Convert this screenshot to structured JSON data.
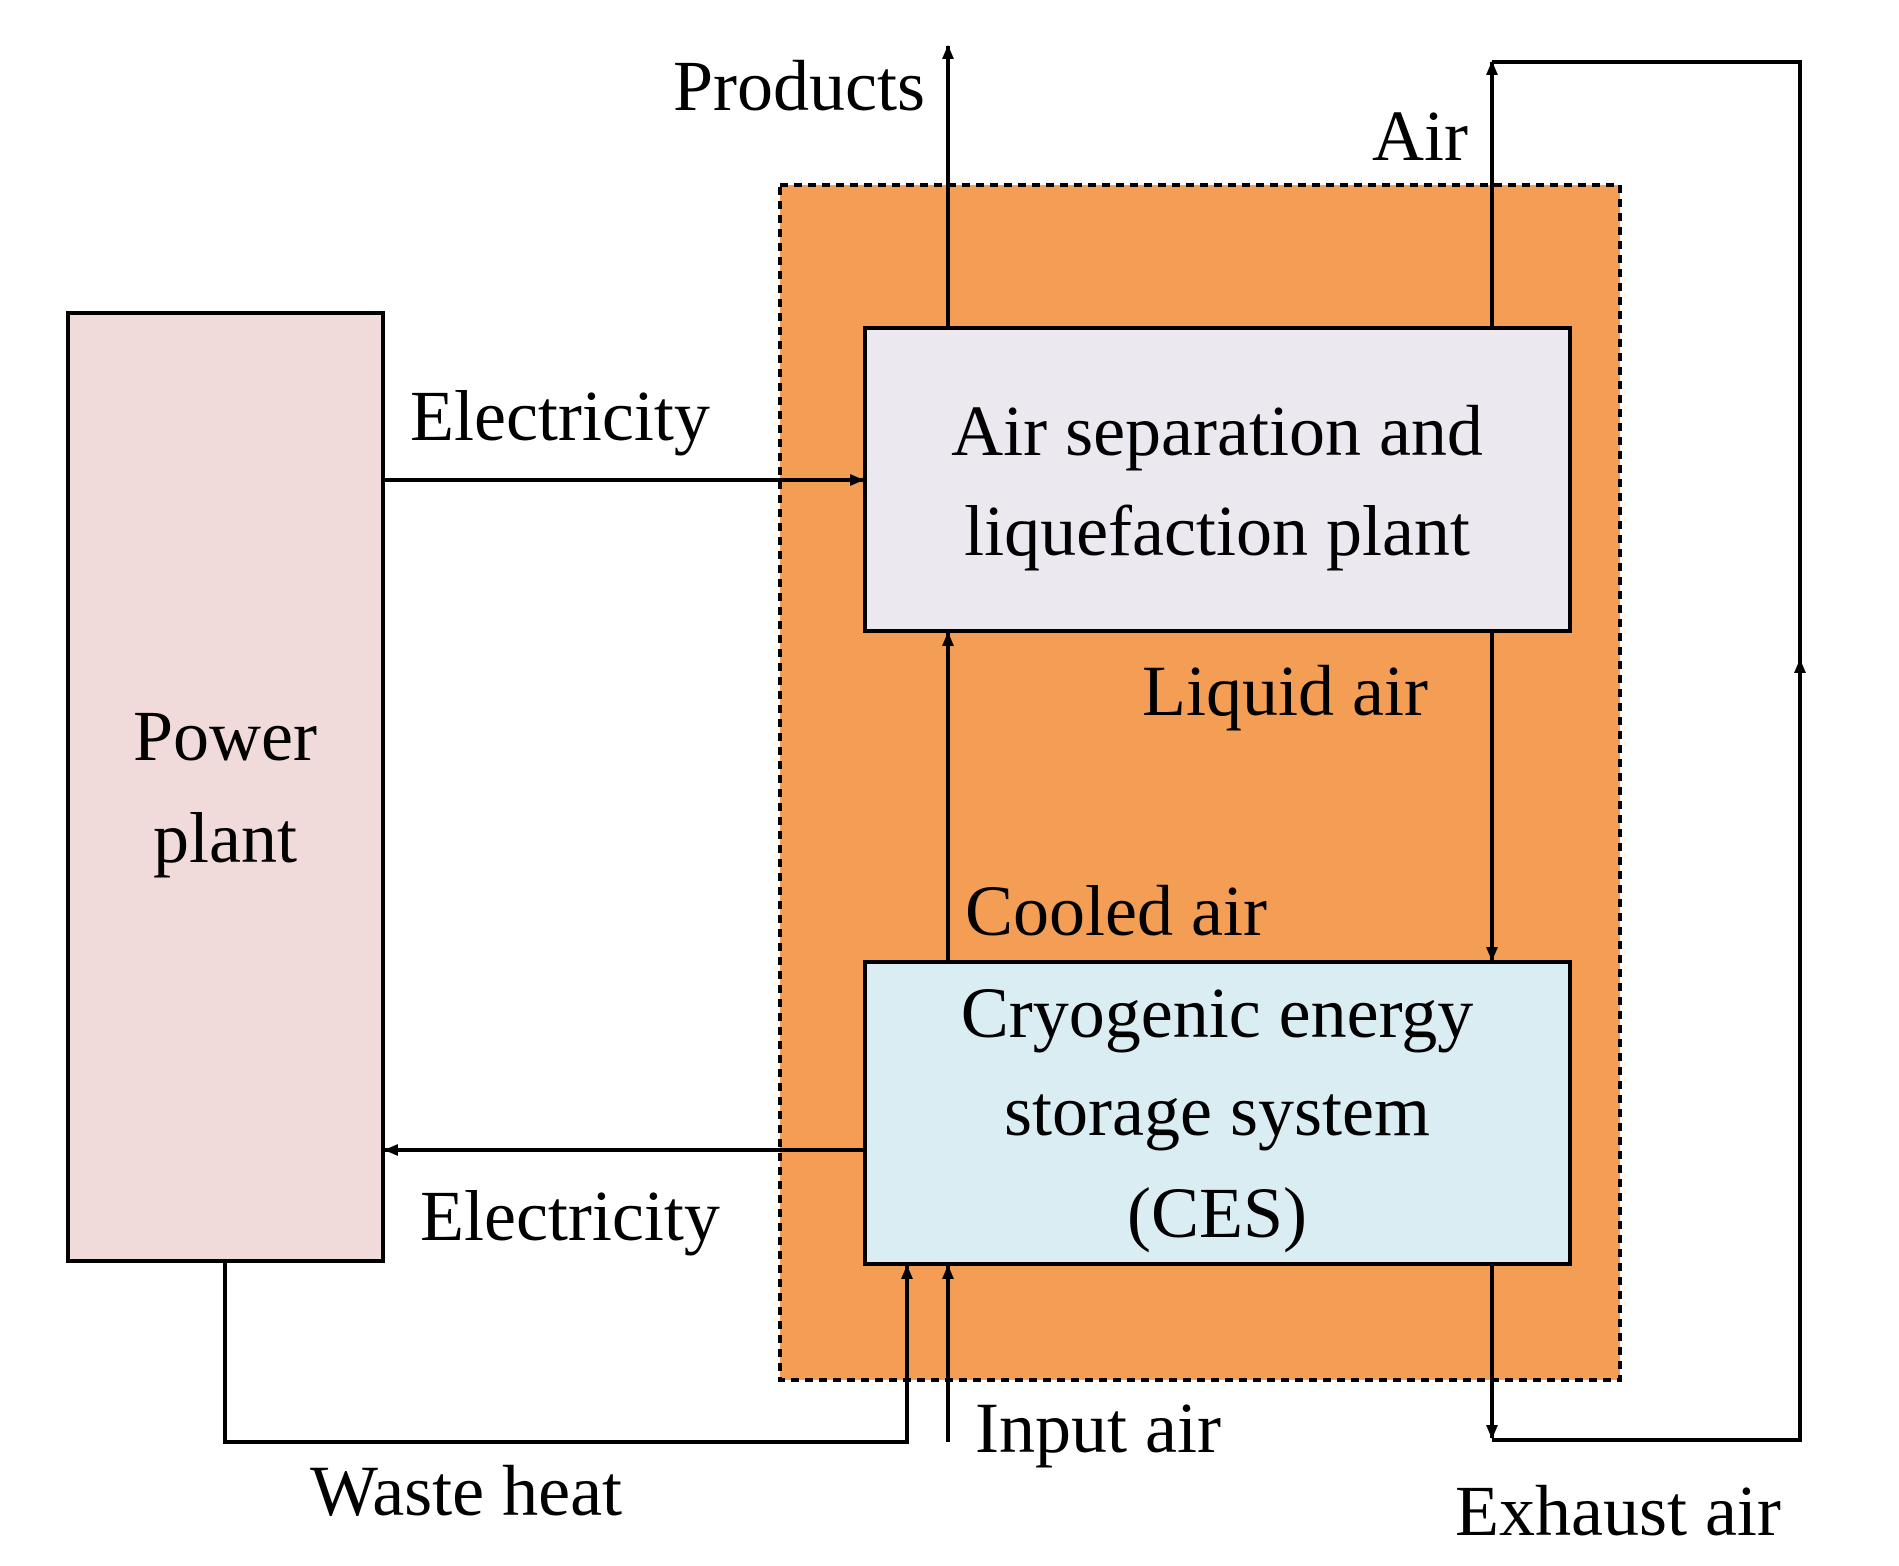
{
  "colors": {
    "region_fill": "#f49d55",
    "power_plant_fill": "#f0dada",
    "asl_fill": "#ebe8f0",
    "ces_fill": "#d9edf3",
    "line": "#000000"
  },
  "nodes": {
    "power_plant": {
      "line1": "Power",
      "line2": "plant"
    },
    "air_separation": {
      "line1": "Air separation and",
      "line2": "liquefaction plant"
    },
    "ces": {
      "line1": "Cryogenic energy",
      "line2": "storage system",
      "line3": "(CES)"
    }
  },
  "flows": {
    "products": "Products",
    "air": "Air",
    "electricity_in": "Electricity",
    "electricity_out": "Electricity",
    "liquid_air": "Liquid air",
    "cooled_air": "Cooled air",
    "input_air": "Input air",
    "waste_heat": "Waste heat",
    "exhaust_air": "Exhaust air"
  }
}
